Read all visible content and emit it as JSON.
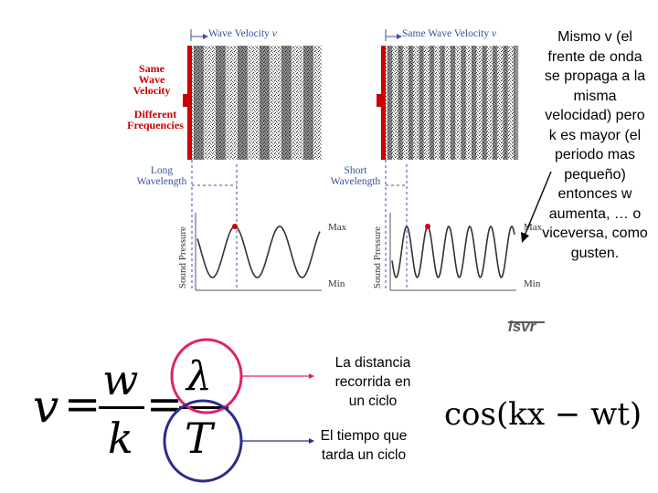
{
  "figure": {
    "left_velocity_label": "Wave Velocity",
    "right_velocity_label": "Same Wave Velocity",
    "velocity_symbol": "v",
    "same_label": [
      "Same",
      "Wave",
      "Velocity"
    ],
    "different_label": [
      "Different",
      "Frequencies"
    ],
    "long_label": [
      "Long",
      "Wavelength"
    ],
    "short_label": [
      "Short",
      "Wavelength"
    ],
    "yaxis_label": "Sound Pressure",
    "max_label": "Max",
    "min_label": "Min",
    "logo": "isvr"
  },
  "note": "Mismo v (el frente de onda se propaga a la misma velocidad) pero k es mayor (el periodo mas pequeño) entonces w aumenta, … o viceversa, como gusten.",
  "formula": {
    "v": "v",
    "equals": "=",
    "w": "w",
    "k": "k",
    "lambda": "λ",
    "T": "T"
  },
  "labels": {
    "distance": "La distancia recorrida en un ciclo",
    "time": "El tiempo que tarda un ciclo"
  },
  "cos_formula": "cos(kx − wt)",
  "colors": {
    "red": "#cc0000",
    "blue": "#3a4fa0",
    "pink_circle": "#e0206a",
    "navy_circle": "#2c2c8c"
  }
}
